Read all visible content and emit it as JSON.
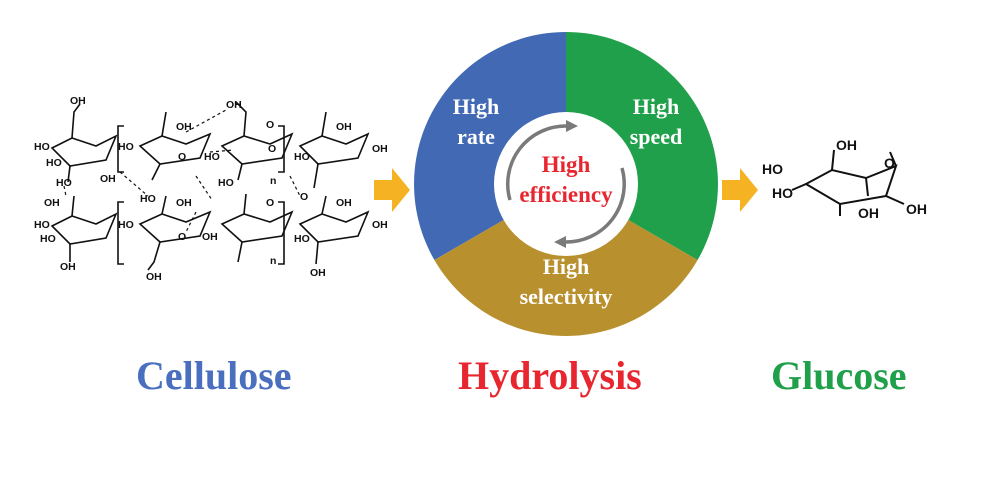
{
  "captions": {
    "cellulose": "Cellulose",
    "hydrolysis": "Hydrolysis",
    "glucose": "Glucose"
  },
  "wheel": {
    "segments": [
      {
        "line1": "High",
        "line2": "rate",
        "color": "#4169B4"
      },
      {
        "line1": "High",
        "line2": "speed",
        "color": "#20A04A"
      },
      {
        "line1": "High",
        "line2": "selectivity",
        "color": "#B8902E"
      }
    ],
    "center": {
      "line1": "High",
      "line2": "efficiency",
      "color": "#E8262F"
    }
  },
  "colors": {
    "cellulose_caption": "#4A6FBF",
    "hydrolysis_caption": "#E8262F",
    "glucose_caption": "#21A04B",
    "arrow": "#F5B323",
    "ring_arrow": "#7A7A7A"
  },
  "cellulose_labels": {
    "oh": "OH",
    "ho": "HO",
    "o": "O",
    "n": "n"
  },
  "glucose_labels": {
    "oh": "OH",
    "ho": "HO",
    "o": "O"
  }
}
